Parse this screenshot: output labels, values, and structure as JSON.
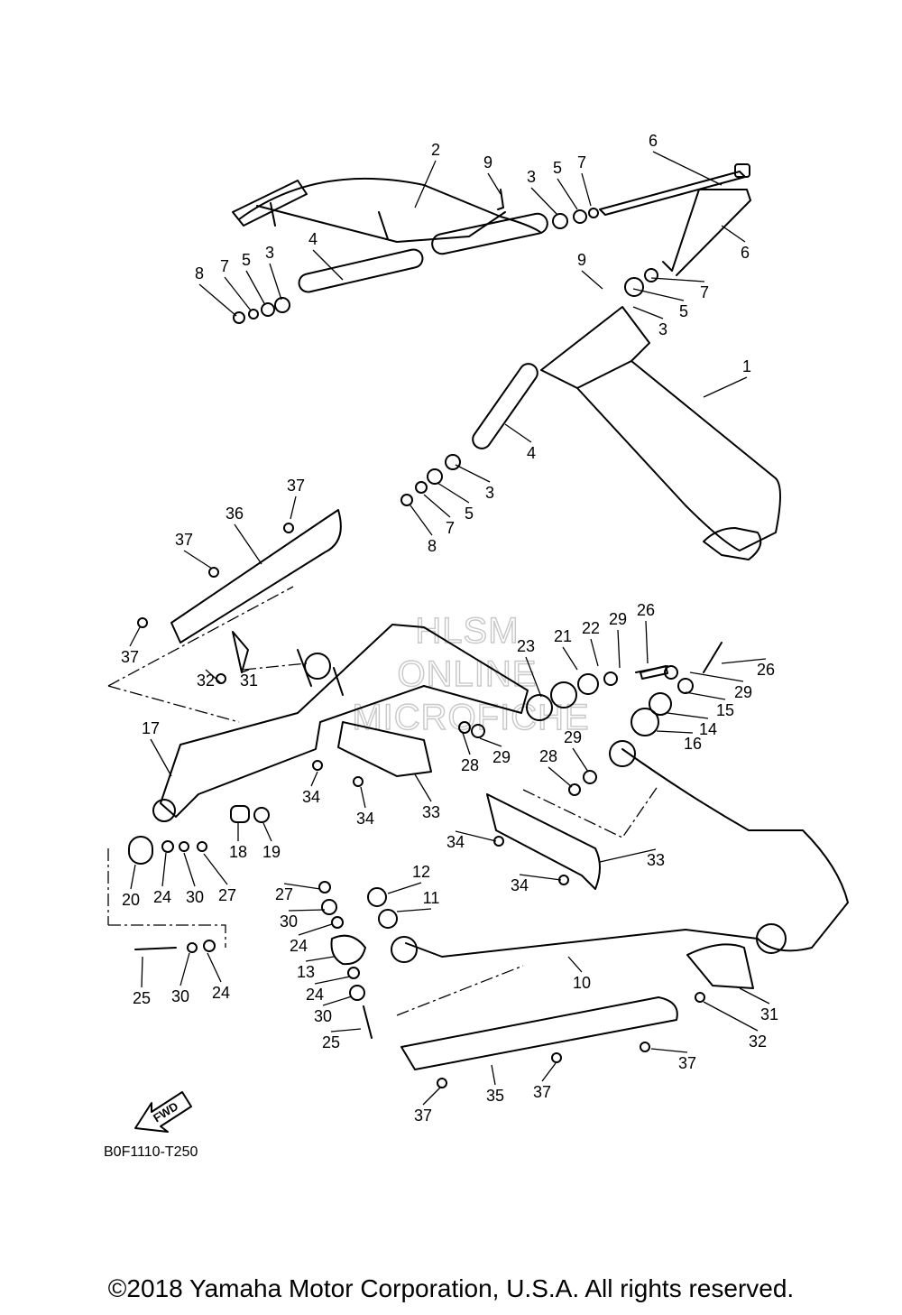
{
  "watermark": {
    "line1": "HLSM",
    "line2": "ONLINE",
    "line3": "MICROFICHE"
  },
  "fwd_label": "FWD",
  "diagram_code": "B0F1110-T250",
  "copyright": "©2018 Yamaha Motor Corporation, U.S.A. All rights reserved.",
  "callouts": [
    "2",
    "9",
    "3",
    "5",
    "7",
    "6",
    "6",
    "8",
    "7",
    "5",
    "3",
    "4",
    "9",
    "7",
    "5",
    "3",
    "1",
    "4",
    "3",
    "5",
    "7",
    "8",
    "37",
    "36",
    "37",
    "37",
    "32",
    "31",
    "26",
    "29",
    "22",
    "21",
    "23",
    "26",
    "29",
    "15",
    "14",
    "16",
    "17",
    "28",
    "29",
    "28",
    "29",
    "34",
    "34",
    "33",
    "18",
    "19",
    "33",
    "34",
    "34",
    "20",
    "24",
    "30",
    "27",
    "12",
    "11",
    "27",
    "30",
    "24",
    "13",
    "24",
    "30",
    "25",
    "25",
    "30",
    "24",
    "10",
    "31",
    "32",
    "37",
    "35",
    "37",
    "37"
  ]
}
